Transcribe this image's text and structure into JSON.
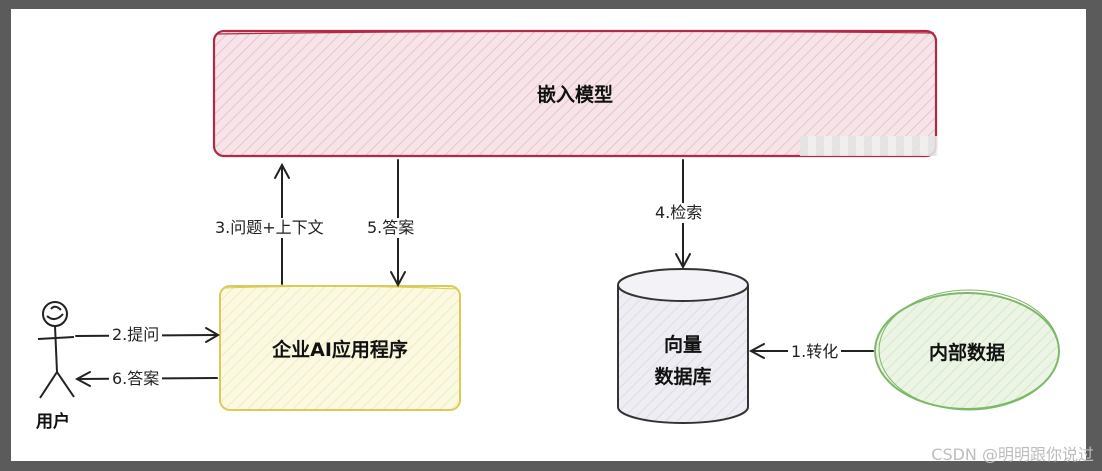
{
  "nodes": {
    "embedding_model": "嵌入模型",
    "enterprise_app": "企业AI应用程序",
    "vector_db_line1": "向量",
    "vector_db_line2": "数据库",
    "internal_data": "内部数据",
    "user": "用户"
  },
  "edges": {
    "step1": "1.转化",
    "step2": "2.提问",
    "step3": "3.问题+上下文",
    "step4": "4.检索",
    "step5": "5.答案",
    "step6": "6.答案"
  },
  "watermark": "CSDN @明明跟你说过",
  "colors": {
    "embedding_fill": "#f4dde2",
    "embedding_stroke": "#b02a45",
    "app_fill": "#fbf8dc",
    "app_stroke": "#d8cc57",
    "db_fill": "#eceaf2",
    "db_stroke": "#333333",
    "data_fill": "#e6f2dd",
    "data_stroke": "#7fb86a"
  }
}
